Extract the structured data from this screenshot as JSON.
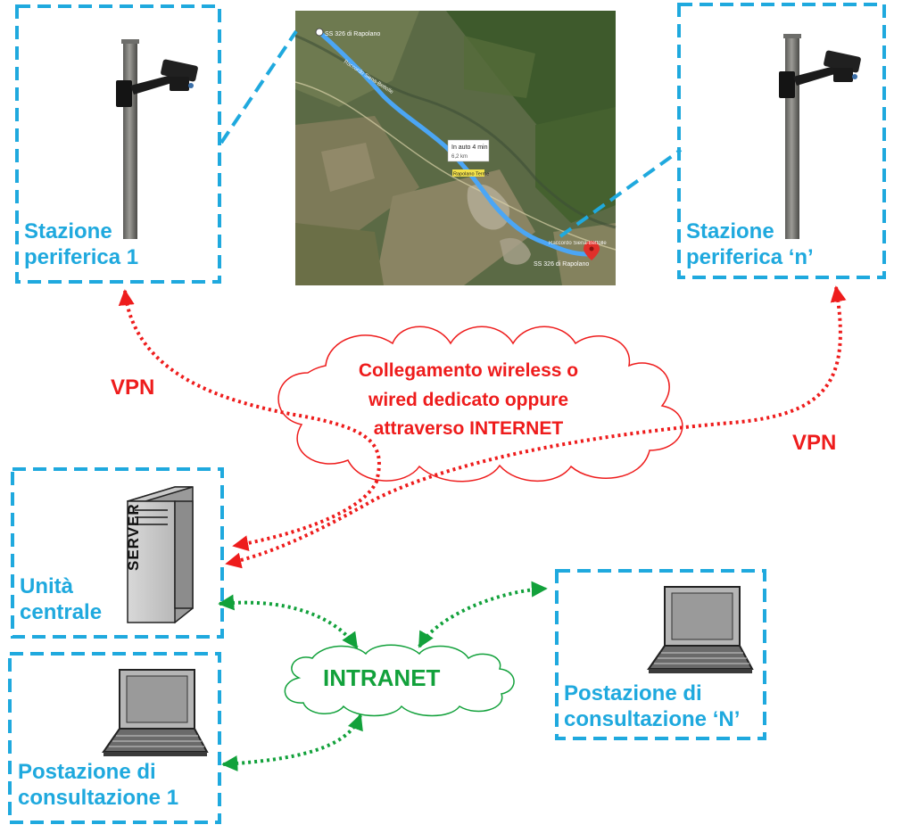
{
  "stations": {
    "first": {
      "line1": "Stazione",
      "line2": "periferica 1"
    },
    "last": {
      "line1": "Stazione",
      "line2": "periferica ‘n’"
    }
  },
  "cloud_internet": {
    "line1": "Collegamento wireless o",
    "line2": "wired dedicato oppure",
    "line3": "attraverso INTERNET"
  },
  "vpn_left": "VPN",
  "vpn_right": "VPN",
  "central_unit": {
    "line1": "Unità",
    "line2": "centrale"
  },
  "server_label": "SERVER",
  "intranet_label": "INTRANET",
  "workstations": {
    "first": {
      "line1": "Postazione di",
      "line2": "consultazione 1"
    },
    "last": {
      "line1": "Postazione di",
      "line2": "consultazione ‘N’"
    }
  },
  "map": {
    "road_top": "SS 326 di Rapolano",
    "road_bottom": "SS 326 di Rapolano",
    "route_time": "In auto 4 min",
    "route_distance": "6,2 km",
    "town": "Rapolano Terme",
    "road_label": "Raccordo Siena-Bettolle"
  },
  "colors": {
    "frame_blue": "#1fa9de",
    "link_red": "#ee1c1c",
    "intranet_green": "#12a13b",
    "route_blue": "#4ba6f5"
  }
}
